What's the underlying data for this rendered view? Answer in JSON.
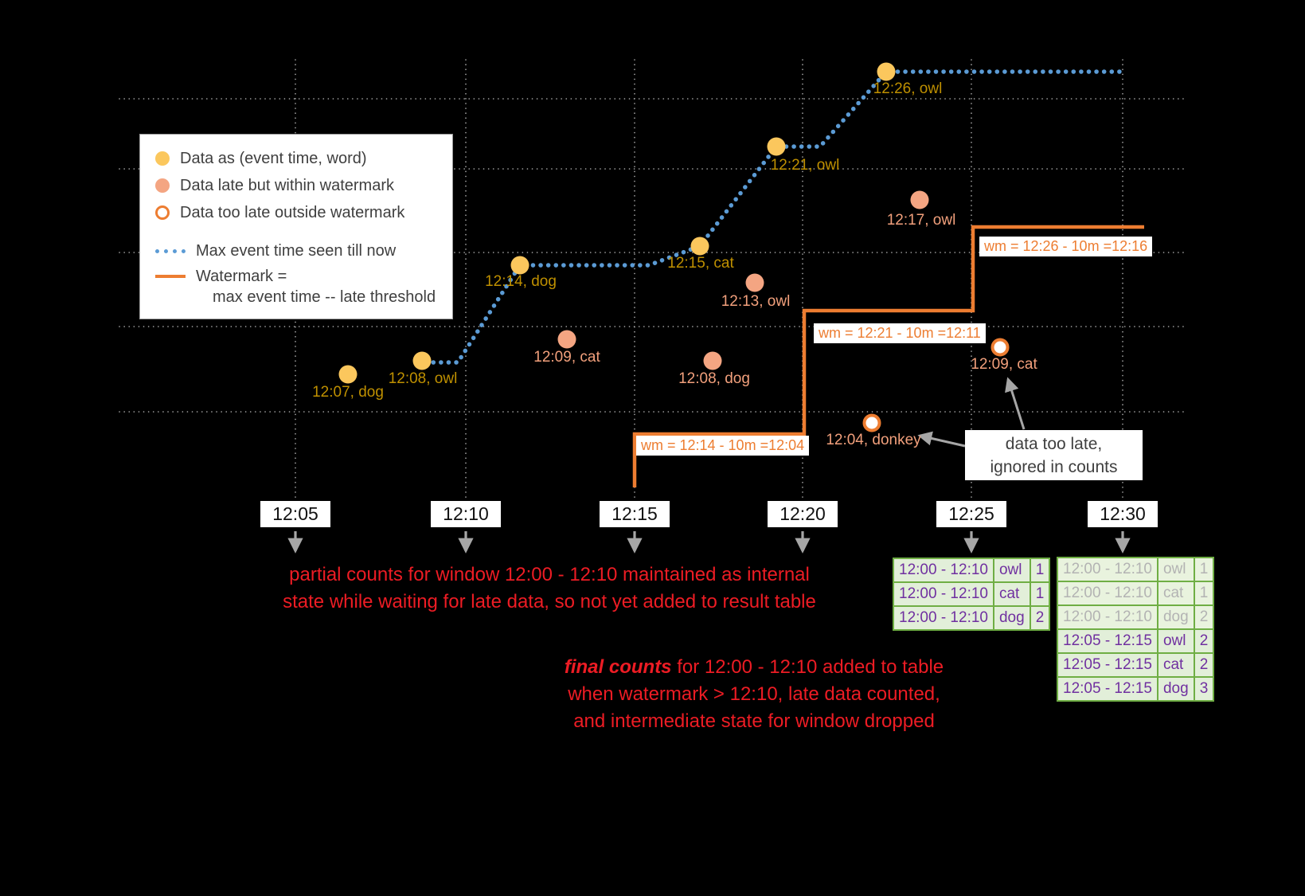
{
  "legend": {
    "items": [
      {
        "label": "Data as (event time, word)"
      },
      {
        "label": "Data late but within watermark"
      },
      {
        "label": "Data too late outside watermark"
      },
      {
        "label": "Max event time seen till now"
      },
      {
        "line1": "Watermark =",
        "line2": "max event time -- late threshold"
      }
    ]
  },
  "points": {
    "on_time": [
      {
        "label": "12:07, dog"
      },
      {
        "label": "12:08, owl"
      },
      {
        "label": "12:14, dog"
      },
      {
        "label": "12:15, cat"
      },
      {
        "label": "12:21, owl"
      },
      {
        "label": "12:26, owl"
      }
    ],
    "late": [
      {
        "label": "12:09, cat"
      },
      {
        "label": "12:08, dog"
      },
      {
        "label": "12:13, owl"
      },
      {
        "label": "12:17, owl"
      }
    ],
    "too_late": [
      {
        "label": "12:04, donkey"
      },
      {
        "label": "12:09, cat"
      }
    ]
  },
  "watermark_labels": [
    {
      "text": "wm = 12:14 - 10m =12:04"
    },
    {
      "text": "wm = 12:21 - 10m =12:11"
    },
    {
      "text": "wm = 12:26 - 10m =12:16"
    }
  ],
  "axis": {
    "ticks": [
      {
        "label": "12:05"
      },
      {
        "label": "12:10"
      },
      {
        "label": "12:15"
      },
      {
        "label": "12:20"
      },
      {
        "label": "12:25"
      },
      {
        "label": "12:30"
      }
    ]
  },
  "annotations": {
    "partial": {
      "line1": "partial counts for window 12:00 - 12:10 maintained as internal",
      "line2": "state while waiting for late data, so not yet added  to result table"
    },
    "final": {
      "emphasis": "final counts",
      "line1_rest": " for 12:00 - 12:10 added to table",
      "line2": "when watermark > 12:10, late data counted,",
      "line3": "and intermediate state for window dropped"
    },
    "too_late_note": {
      "line1": "data too late,",
      "line2": "ignored in counts"
    }
  },
  "tables": {
    "partial": {
      "rows": [
        {
          "window": "12:00 - 12:10",
          "word": "owl",
          "count": "1"
        },
        {
          "window": "12:00 - 12:10",
          "word": "cat",
          "count": "1"
        },
        {
          "window": "12:00 - 12:10",
          "word": "dog",
          "count": "2"
        }
      ]
    },
    "final": {
      "rows": [
        {
          "window": "12:00 - 12:10",
          "word": "owl",
          "count": "1"
        },
        {
          "window": "12:00 - 12:10",
          "word": "cat",
          "count": "1"
        },
        {
          "window": "12:00 - 12:10",
          "word": "dog",
          "count": "2"
        },
        {
          "window": "12:05 - 12:15",
          "word": "owl",
          "count": "2"
        },
        {
          "window": "12:05 - 12:15",
          "word": "cat",
          "count": "2"
        },
        {
          "window": "12:05 - 12:15",
          "word": "dog",
          "count": "3"
        }
      ]
    }
  },
  "colors": {
    "background": "#000000",
    "on_time": "#fbc75d",
    "late": "#f4a582",
    "too_late_ring": "#ed7d31",
    "max_event_time_line": "#5b9bd5",
    "watermark_line": "#ed7d31",
    "annotation_red": "#ed1c24",
    "table_green": "#6fae44",
    "table_purple": "#7030a0"
  }
}
